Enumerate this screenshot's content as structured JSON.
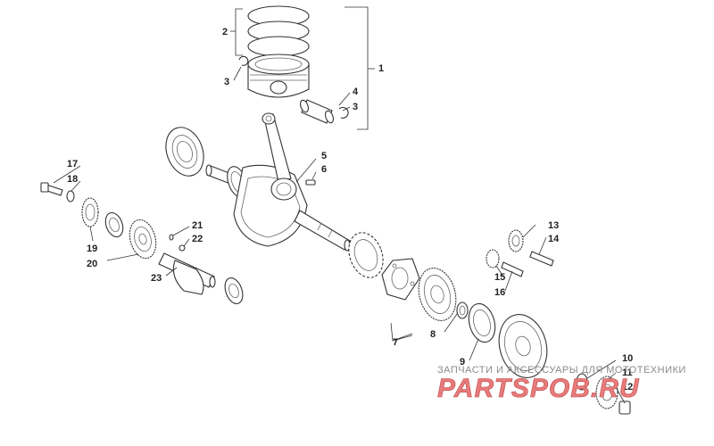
{
  "callouts": [
    {
      "id": "c1",
      "text": "1"
    },
    {
      "id": "c2",
      "text": "2"
    },
    {
      "id": "c3a",
      "text": "3"
    },
    {
      "id": "c4",
      "text": "4"
    },
    {
      "id": "c3b",
      "text": "3"
    },
    {
      "id": "c5",
      "text": "5"
    },
    {
      "id": "c6",
      "text": "6"
    },
    {
      "id": "c17",
      "text": "17"
    },
    {
      "id": "c18",
      "text": "18"
    },
    {
      "id": "c19",
      "text": "19"
    },
    {
      "id": "c20",
      "text": "20"
    },
    {
      "id": "c21",
      "text": "21"
    },
    {
      "id": "c22",
      "text": "22"
    },
    {
      "id": "c23",
      "text": "23"
    },
    {
      "id": "c13",
      "text": "13"
    },
    {
      "id": "c14",
      "text": "14"
    },
    {
      "id": "c15",
      "text": "15"
    },
    {
      "id": "c16",
      "text": "16"
    },
    {
      "id": "c7",
      "text": "7"
    },
    {
      "id": "c8",
      "text": "8"
    },
    {
      "id": "c9",
      "text": "9"
    },
    {
      "id": "c10",
      "text": "10"
    },
    {
      "id": "c11",
      "text": "11"
    },
    {
      "id": "c12",
      "text": "12"
    }
  ],
  "watermark": {
    "subtitle": "ЗАПЧАСТИ И АКСЕССУАРЫ ДЛЯ МОТОТЕХНИКИ",
    "brand": "PARTSPOB.RU"
  },
  "colors": {
    "line": "#333333",
    "watermark_brand": "#e77b7b",
    "watermark_text": "#8a8a8a"
  }
}
